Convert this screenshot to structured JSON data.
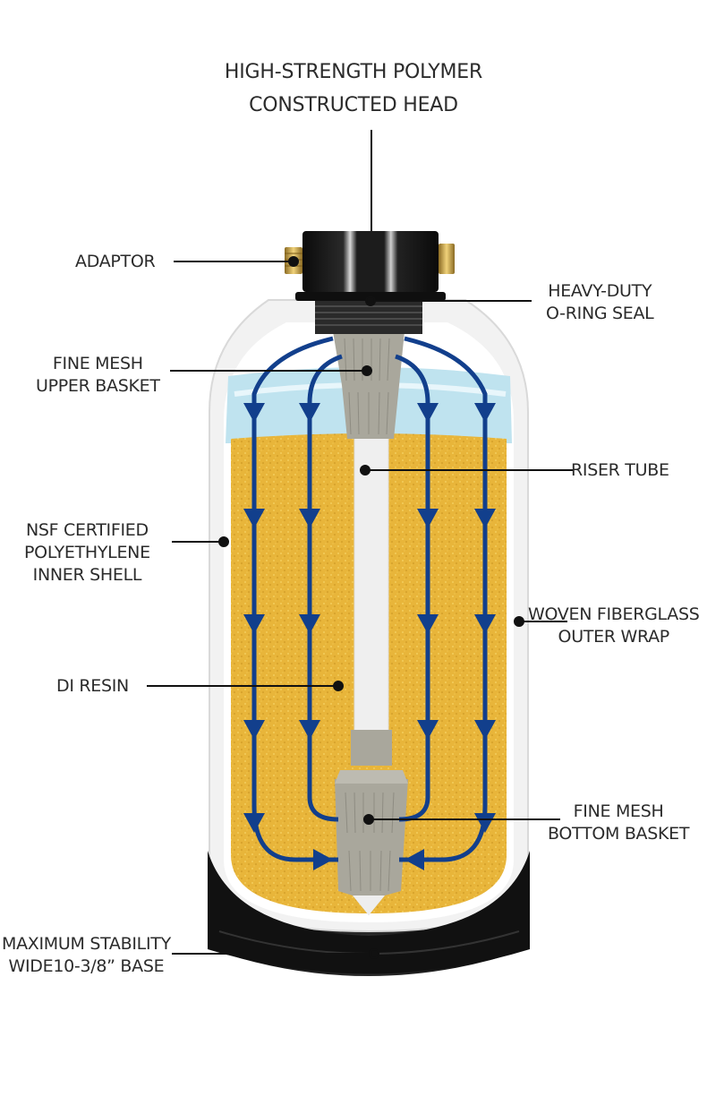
{
  "title": {
    "line1": "HIGH-STRENGTH POLYMER",
    "line2": "CONSTRUCTED HEAD"
  },
  "callouts": {
    "adaptor": {
      "lines": [
        "ADAPTOR"
      ]
    },
    "oring": {
      "lines": [
        "HEAVY-DUTY",
        "O-RING SEAL"
      ]
    },
    "upper_basket": {
      "lines": [
        "FINE MESH",
        "UPPER BASKET"
      ]
    },
    "riser": {
      "lines": [
        "RISER TUBE"
      ]
    },
    "inner_shell": {
      "lines": [
        "NSF CERTIFIED",
        "POLYETHYLENE",
        "INNER SHELL"
      ]
    },
    "outer_wrap": {
      "lines": [
        "WOVEN FIBERGLASS",
        "OUTER WRAP"
      ]
    },
    "resin": {
      "lines": [
        "DI RESIN"
      ]
    },
    "bottom_basket": {
      "lines": [
        "FINE MESH",
        "BOTTOM BASKET"
      ]
    },
    "base": {
      "lines": [
        "MAXIMUM STABILITY",
        "WIDE10-3/8”  BASE"
      ]
    }
  },
  "colors": {
    "resin": "#e8b53a",
    "water": "#bfe3ef",
    "flow_arrow": "#123f8c",
    "basket": "#a9a79c",
    "head": "#111111",
    "base": "#1a1a1a",
    "shell": "#f2f2f2",
    "brass": "#c9a24a",
    "text": "#2b2b2b"
  }
}
